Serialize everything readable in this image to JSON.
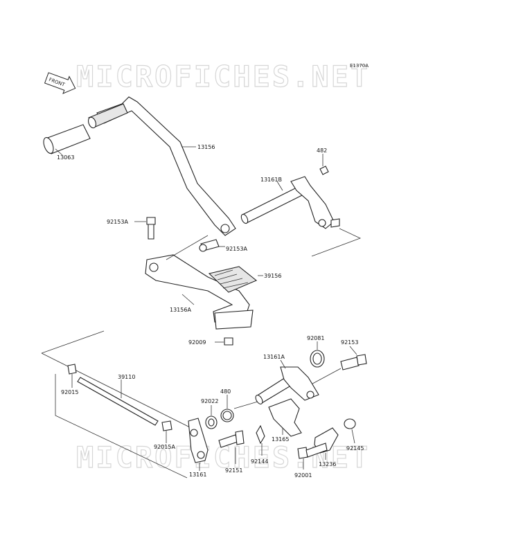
{
  "diagram_code": "E1370A",
  "front_arrow_label": "FRONT",
  "watermark_text": "MICROFICHES.NET",
  "callouts": {
    "p13063": "13063",
    "p13156": "13156",
    "p482": "482",
    "p13161B": "13161B",
    "p92153A_top": "92153A",
    "p92153A_mid": "92153A",
    "p39156": "39156",
    "p13156A": "13156A",
    "p92009": "92009",
    "p92081": "92081",
    "p92153": "92153",
    "p13161A": "13161A",
    "p39110": "39110",
    "p92015": "92015",
    "p92022": "92022",
    "p480": "480",
    "p92015A": "92015A",
    "p13165": "13165",
    "p92144": "92144",
    "p13236": "13236",
    "p92145": "92145",
    "p13161": "13161",
    "p92151": "92151",
    "p92001": "92001"
  },
  "colors": {
    "line": "#222222",
    "watermark_stroke": "#d6d6d6",
    "background": "#ffffff"
  }
}
